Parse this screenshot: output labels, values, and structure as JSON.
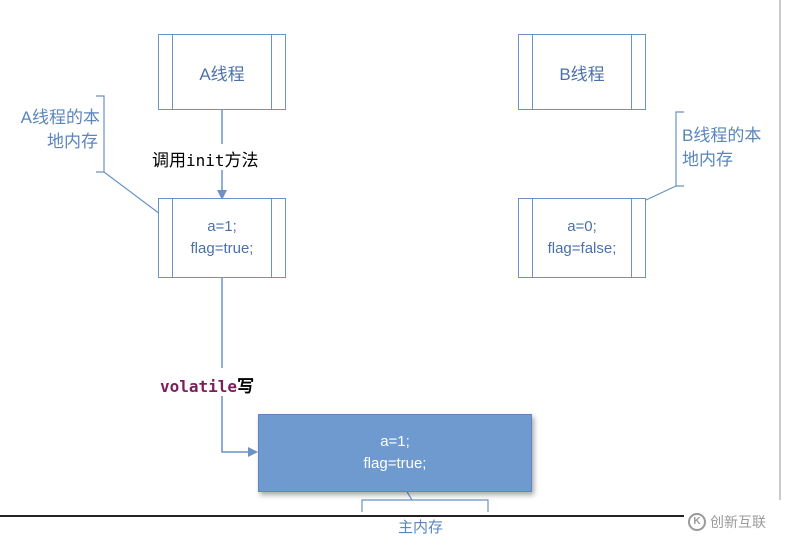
{
  "thread_a": {
    "title": "A线程"
  },
  "thread_b": {
    "title": "B线程"
  },
  "local_a": {
    "label_line1": "A线程的本",
    "label_line2": "地内存",
    "line1": "a=1;",
    "line2": "flag=true;"
  },
  "local_b": {
    "label_line1": "B线程的本",
    "label_line2": "地内存",
    "line1": "a=0;",
    "line2": "flag=false;"
  },
  "call": {
    "prefix": "调用",
    "code": "init",
    "suffix": "方法"
  },
  "volatile_write": {
    "code": "volatile",
    "suffix": "写"
  },
  "main_memory": {
    "line1": "a=1;",
    "line2": "flag=true;",
    "label": "主内存"
  },
  "watermark": {
    "logo": "K",
    "text": "创新互联"
  },
  "colors": {
    "line": "#6a92c5",
    "main_fill": "#6f9ad0",
    "keyword": "#7a1f5c"
  }
}
